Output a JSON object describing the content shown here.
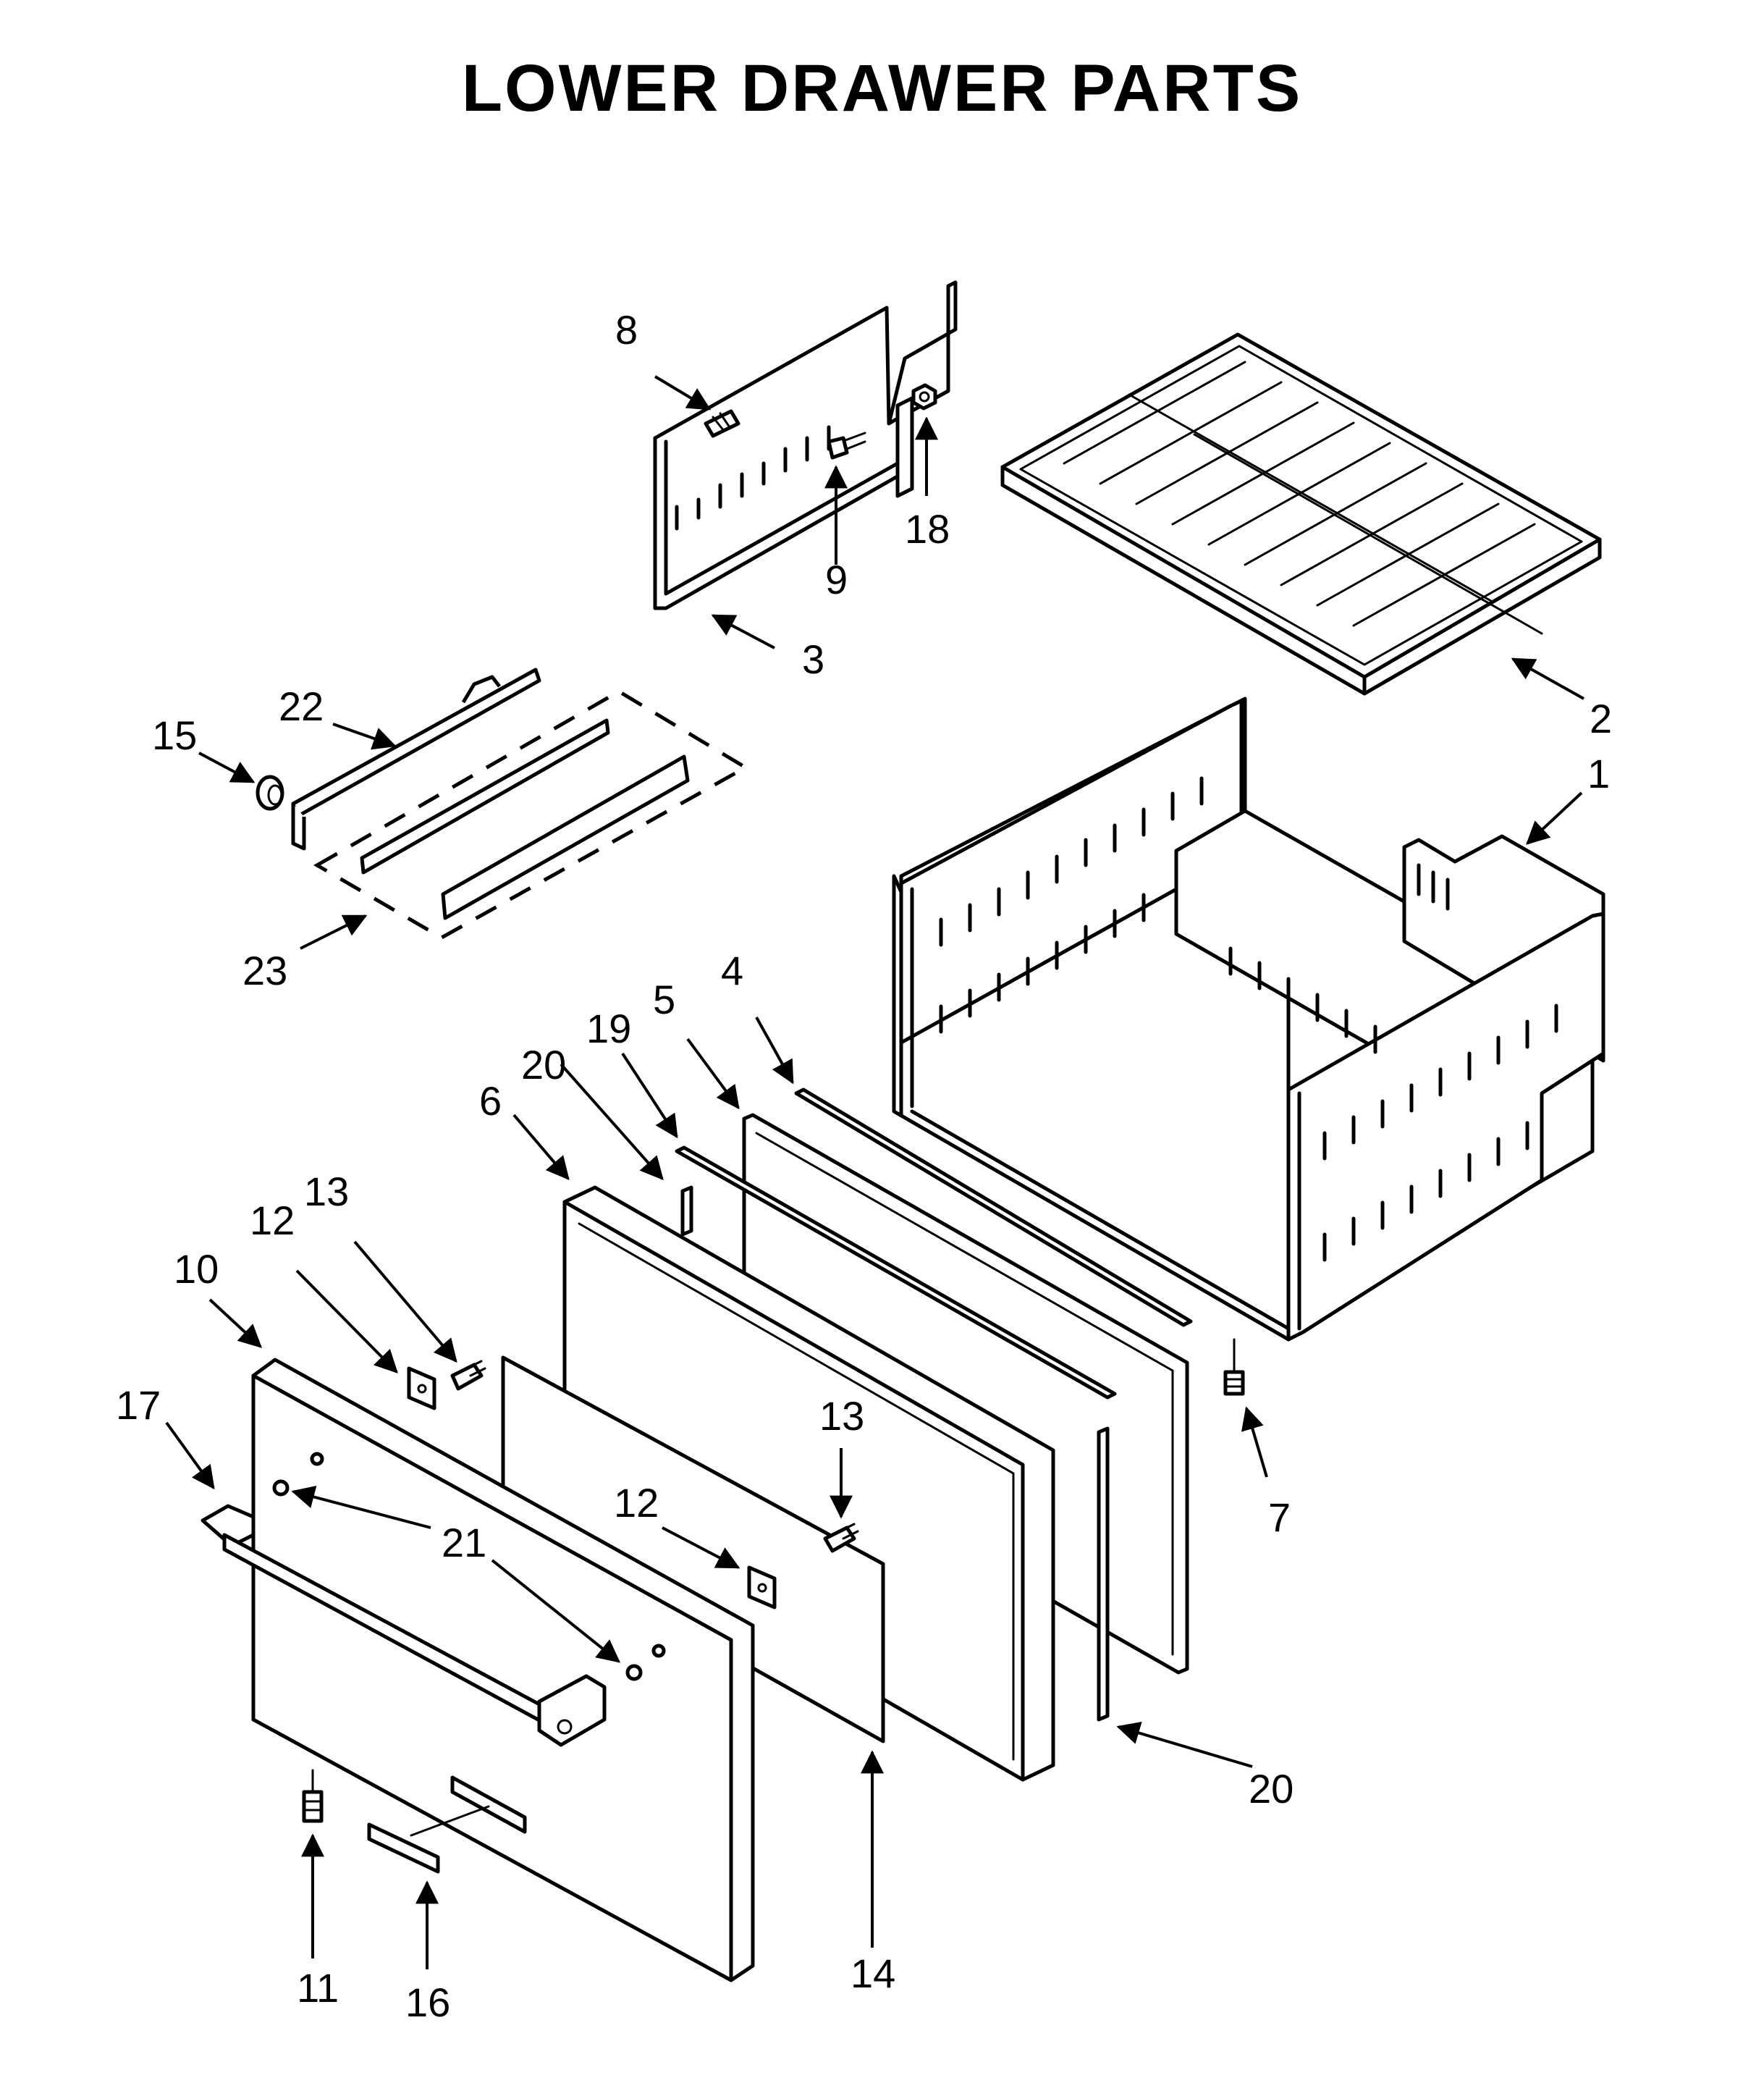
{
  "title": "LOWER DRAWER PARTS",
  "callouts": {
    "c1": "1",
    "c2": "2",
    "c3": "3",
    "c4": "4",
    "c5": "5",
    "c6": "6",
    "c7": "7",
    "c8": "8",
    "c9": "9",
    "c10": "10",
    "c11": "11",
    "c12a": "12",
    "c12b": "12",
    "c13a": "13",
    "c13b": "13",
    "c14": "14",
    "c15": "15",
    "c16": "16",
    "c17": "17",
    "c18": "18",
    "c19": "19",
    "c20a": "20",
    "c20b": "20",
    "c21": "21",
    "c22": "22",
    "c23": "23"
  }
}
